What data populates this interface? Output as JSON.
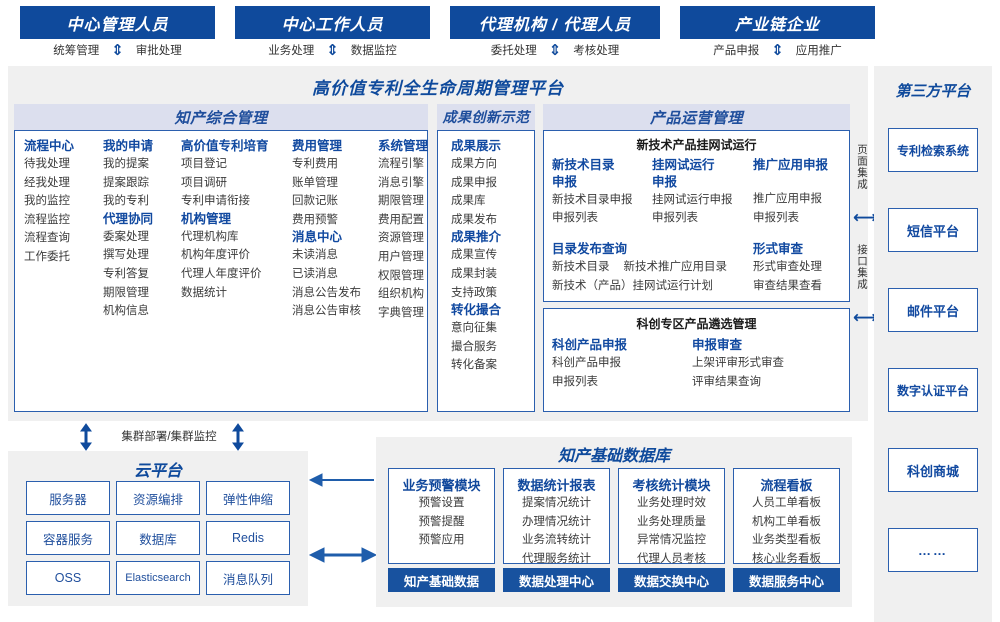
{
  "roles": [
    {
      "title": "中心管理人员",
      "left_action": "统筹管理",
      "right_action": "审批处理"
    },
    {
      "title": "中心工作人员",
      "left_action": "业务处理",
      "right_action": "数据监控"
    },
    {
      "title": "代理机构 / 代理人员",
      "left_action": "委托处理",
      "right_action": "考核处理"
    },
    {
      "title": "产业链企业",
      "left_action": "产品申报",
      "right_action": "应用推广"
    }
  ],
  "platform": {
    "title": "高价值专利全生命周期管理平台"
  },
  "sections": {
    "ip_mgmt": {
      "header": "知产综合管理",
      "columns": [
        {
          "groups": [
            {
              "title": "流程中心",
              "items": [
                "待我处理",
                "经我处理",
                "我的监控",
                "流程监控",
                "流程查询",
                "工作委托"
              ]
            }
          ]
        },
        {
          "groups": [
            {
              "title": "我的申请",
              "items": [
                "我的提案",
                "提案跟踪",
                "我的专利"
              ]
            },
            {
              "title": "代理协同",
              "items": [
                "委案处理",
                "撰写处理",
                "专利答复",
                "期限管理",
                "机构信息"
              ]
            }
          ]
        },
        {
          "groups": [
            {
              "title": "高价值专利培育",
              "items": [
                "项目登记",
                "项目调研",
                "专利申请衔接"
              ]
            },
            {
              "title": "机构管理",
              "items": [
                "代理机构库",
                "机构年度评价",
                "代理人年度评价",
                "数据统计"
              ]
            }
          ]
        },
        {
          "groups": [
            {
              "title": "费用管理",
              "items": [
                "专利费用",
                "账单管理",
                "回款记账",
                "费用预警"
              ]
            },
            {
              "title": "消息中心",
              "items": [
                "未读消息",
                "已读消息",
                "消息公告发布",
                "消息公告审核"
              ]
            }
          ]
        },
        {
          "groups": [
            {
              "title": "系统管理",
              "items": [
                "流程引擎",
                "消息引擎",
                "期限管理",
                "费用配置",
                "资源管理",
                "用户管理",
                "权限管理",
                "组织机构",
                "字典管理"
              ]
            }
          ]
        }
      ]
    },
    "achievement": {
      "header": "成果创新示范",
      "groups": [
        {
          "title": "成果展示",
          "items": [
            "成果方向",
            "成果申报",
            "成果库",
            "成果发布"
          ]
        },
        {
          "title": "成果推介",
          "items": [
            "成果宣传",
            "成果封装",
            "支持政策"
          ]
        },
        {
          "title": "转化撮合",
          "items": [
            "意向征集",
            "撮合服务",
            "转化备案"
          ]
        }
      ]
    },
    "product_ops": {
      "header": "产品运营管理",
      "block_a": {
        "title": "新技术产品挂网试运行",
        "row1": [
          {
            "title": "新技术目录申报",
            "items": [
              "新技术目录申报",
              "申报列表"
            ]
          },
          {
            "title": "挂网试运行申报",
            "items": [
              "挂网试运行申报",
              "申报列表"
            ]
          },
          {
            "title": "推广应用申报",
            "items": [
              "推广应用申报",
              "申报列表"
            ]
          }
        ],
        "row2_left": {
          "title": "目录发布查询",
          "items": [
            "新技术目录",
            "新技术推广应用目录",
            "新技术（产品）挂网试运行计划"
          ]
        },
        "row2_right": {
          "title": "形式审查",
          "items": [
            "形式审查处理",
            "审查结果查看"
          ]
        }
      },
      "block_b": {
        "title": "科创专区产品遴选管理",
        "columns": [
          {
            "title": "科创产品申报",
            "items": [
              "科创产品申报",
              "申报列表"
            ]
          },
          {
            "title": "申报审查",
            "items": [
              "上架评审形式审查",
              "评审结果查询"
            ]
          }
        ]
      }
    }
  },
  "integration": {
    "page": "页面集成",
    "api": "接口集成"
  },
  "third_party": {
    "title": "第三方平台",
    "items": [
      "专利检索系统",
      "短信平台",
      "邮件平台",
      "数字认证平台",
      "科创商城",
      "……"
    ]
  },
  "cloud": {
    "connector_label": "集群部署/集群监控",
    "title": "云平台",
    "cells": [
      "服务器",
      "资源编排",
      "弹性伸缩",
      "容器服务",
      "数据库",
      "Redis",
      "OSS",
      "Elasticsearch",
      "消息队列"
    ]
  },
  "database": {
    "title": "知产基础数据库",
    "columns": [
      {
        "head": "业务预警模块",
        "items": [
          "预警设置",
          "预警提醒",
          "预警应用"
        ],
        "foot": "知产基础数据"
      },
      {
        "head": "数据统计报表",
        "items": [
          "提案情况统计",
          "办理情况统计",
          "业务流转统计",
          "代理服务统计"
        ],
        "foot": "数据处理中心"
      },
      {
        "head": "考核统计模块",
        "items": [
          "业务处理时效",
          "业务处理质量",
          "异常情况监控",
          "代理人员考核"
        ],
        "foot": "数据交换中心"
      },
      {
        "head": "流程看板",
        "items": [
          "人员工单看板",
          "机构工单看板",
          "业务类型看板",
          "核心业务看板"
        ],
        "foot": "数据服务中心"
      }
    ]
  },
  "colors": {
    "brand_blue": "#0f4a9c",
    "section_head_bg": "#dcdfee",
    "panel_bg": "#f0f0f0",
    "outline": "#2b5fae"
  }
}
